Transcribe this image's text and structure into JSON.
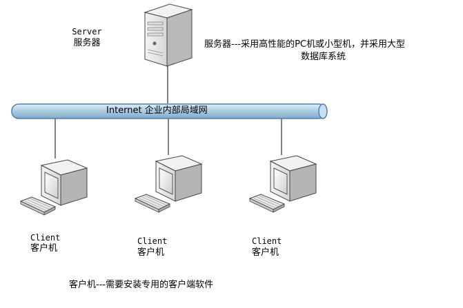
{
  "server": {
    "label_en": "Server",
    "label_cn": "服务器",
    "description_line1": "服务器---采用高性能的PC机或小型机，并采用大型",
    "description_line2": "数据库系统"
  },
  "network": {
    "label": "Internet 企业内部局域网"
  },
  "clients": [
    {
      "label_en": "Client",
      "label_cn": "客户机"
    },
    {
      "label_en": "Client",
      "label_cn": "客户机"
    },
    {
      "label_en": "Client",
      "label_cn": "客户机"
    }
  ],
  "footer": {
    "note": "客户机---需要安装专用的客户端软件"
  },
  "colors": {
    "pipe_fill": "#aecde3",
    "pipe_edge": "#4f7fa6",
    "line": "#000000"
  }
}
